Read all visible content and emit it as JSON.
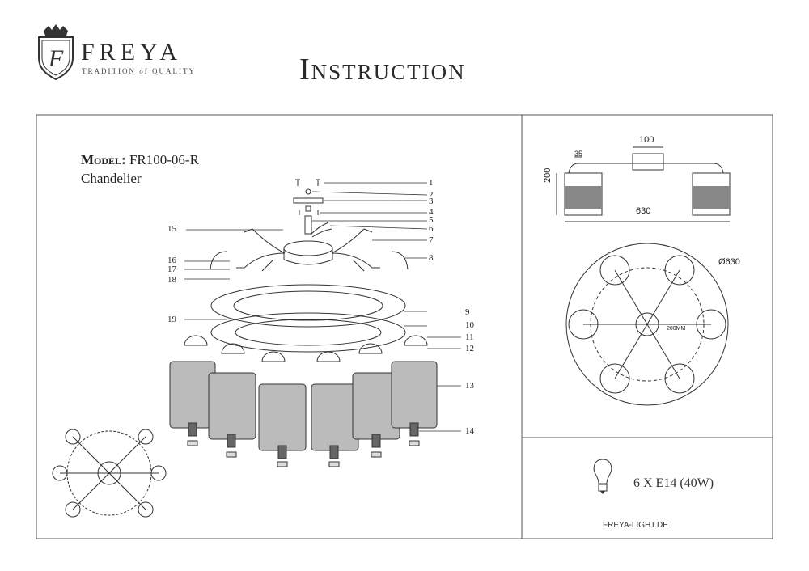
{
  "brand": {
    "name": "FREYA",
    "tagline": "TRADITION of QUALITY",
    "monogram": "F"
  },
  "document": {
    "title": "Instruction"
  },
  "model": {
    "label": "Model:",
    "code": "FR100-06-R",
    "type": "Chandelier"
  },
  "parts": [
    "1",
    "2",
    "3",
    "4",
    "5",
    "6",
    "7",
    "8",
    "9",
    "10",
    "11",
    "12",
    "13",
    "14",
    "15",
    "16",
    "17",
    "18",
    "19"
  ],
  "dimensions": {
    "top_width": "100",
    "offset": "35",
    "height": "200",
    "width": "630",
    "diameter": "Ø630",
    "inner": "200MM"
  },
  "lamp": {
    "spec": "6 X E14 (40W)"
  },
  "footer": {
    "site": "FREYA-LIGHT.DE"
  }
}
